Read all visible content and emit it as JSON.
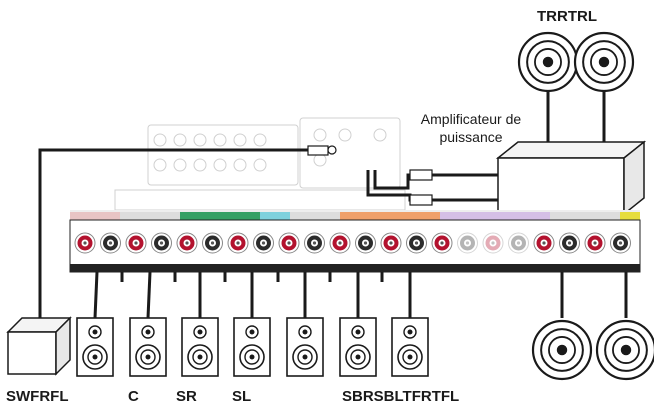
{
  "labels": {
    "top_right": "TRRTRL",
    "amplifier_line1": "Amplificateur de",
    "amplifier_line2": "puissance",
    "bottom_sw_fr_fl": "SWFRFL",
    "bottom_c": "C",
    "bottom_sr": "SR",
    "bottom_sl": "SL",
    "bottom_sb_group": "SBRSBLTFRTFL"
  },
  "colors": {
    "cable": "#1a1a1a",
    "terminal_red": "#b3122e",
    "terminal_black": "#2b2b2b",
    "strip_dark": "#222222",
    "strip_pink": "#e8c4c4",
    "strip_green": "#36a165",
    "strip_cyan": "#7fd1dd",
    "strip_orange": "#f0a06a",
    "strip_lavender": "#d5bfe6",
    "strip_yellow": "#e6dd3c",
    "device_outline": "#cfcfcf"
  },
  "icons": {
    "speaker": "floor-speaker-icon",
    "subwoofer": "subwoofer-icon",
    "ceiling_speaker": "ceiling-speaker-icon",
    "amplifier": "power-amplifier-icon",
    "rca": "rca-plug-icon"
  }
}
